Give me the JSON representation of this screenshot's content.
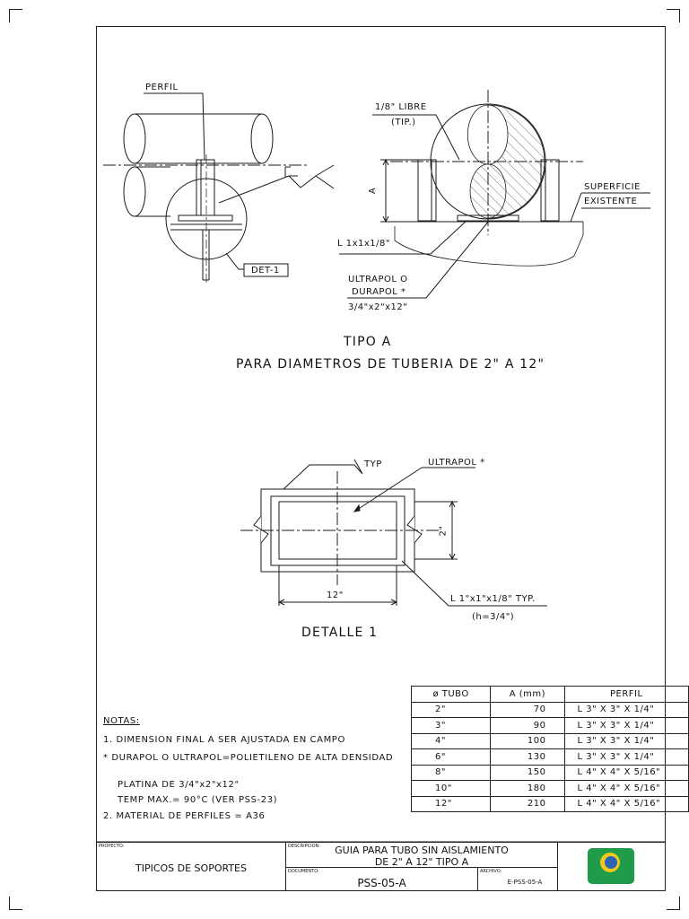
{
  "labels": {
    "perfil": "PERFIL",
    "libre": "1/8\" LIBRE",
    "tip": "(TIP.)",
    "dim_a": "A",
    "superficie": "SUPERFICIE",
    "existente": "EXISTENTE",
    "angle": "L 1x1x1/8\"",
    "det1": "DET-1",
    "ultrapol_o": "ULTRAPOL O",
    "durapol": "DURAPOL *",
    "plate_dims": "3/4\"x2\"x12\"",
    "typ": "TYP",
    "ultrapol_star": "ULTRAPOL *",
    "dim_2": "2\"",
    "dim_12": "12\"",
    "angle_typ": "L 1\"x1\"x1/8\" TYP.",
    "h_val": "(h=3/4\")"
  },
  "titles": {
    "tipo": "TIPO A",
    "rango": "PARA DIAMETROS DE TUBERIA DE 2\" A 12\"",
    "detalle": "DETALLE 1"
  },
  "notes": {
    "title": "NOTAS:",
    "n1": "1. DIMENSION FINAL A SER AJUSTADA EN CAMPO",
    "n_star": "* DURAPOL O ULTRAPOL=POLIETILENO DE ALTA DENSIDAD",
    "platina": "PLATINA DE 3/4\"x2\"x12\"",
    "temp": "TEMP MAX.= 90°C (VER PSS-23)",
    "n2": "2. MATERIAL DE PERFILES = A36"
  },
  "table": {
    "headers": [
      "ø TUBO",
      "A (mm)",
      "PERFIL"
    ],
    "rows": [
      [
        "2\"",
        "70",
        "L 3\" X 3\" X 1/4\""
      ],
      [
        "3\"",
        "90",
        "L 3\" X 3\" X 1/4\""
      ],
      [
        "4\"",
        "100",
        "L 3\" X 3\" X 1/4\""
      ],
      [
        "6\"",
        "130",
        "L 3\" X 3\" X 1/4\""
      ],
      [
        "8\"",
        "150",
        "L 4\" X 4\" X 5/16\""
      ],
      [
        "10\"",
        "180",
        "L 4\" X 4\" X 5/16\""
      ],
      [
        "12\"",
        "210",
        "L 4\" X 4\" X 5/16\""
      ]
    ]
  },
  "title_block": {
    "proyecto_cap": "PROYECTO:",
    "proyecto": "TIPICOS DE SOPORTES",
    "descripcion_cap": "DESCRIPCION:",
    "desc_line1": "GUIA PARA TUBO SIN AISLAMIENTO",
    "desc_line2": "DE 2\" A 12\" TIPO A",
    "documento_cap": "DOCUMENTO:",
    "documento": "PSS-05-A",
    "archivo_cap": "ARCHIVO:",
    "archivo": "E-PSS-05-A"
  },
  "logo": {
    "text": "",
    "colors": {
      "bg": "#1f9b4a",
      "ring": "#f2c81d",
      "center": "#2b63b6"
    }
  }
}
